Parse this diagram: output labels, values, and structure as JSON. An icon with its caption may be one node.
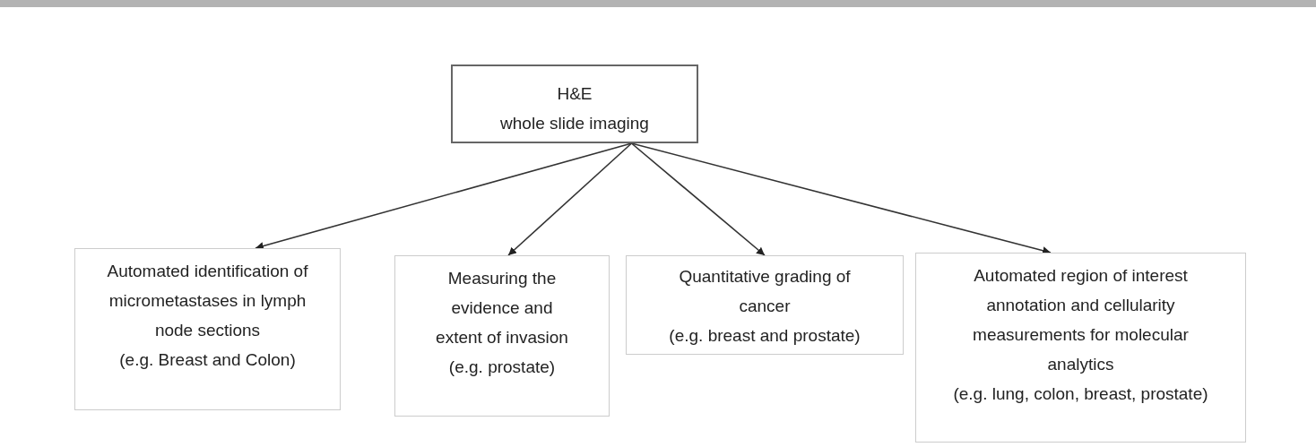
{
  "diagram": {
    "nodes": [
      {
        "text": [
          "H&E",
          "whole slide imaging"
        ]
      },
      {
        "text": [
          "Automated identification of micrometastases in lymph node sections",
          "(e.g. Breast and Colon)"
        ]
      },
      {
        "text": [
          "Measuring the evidence and extent of invasion",
          "(e.g. prostate)"
        ]
      },
      {
        "text": [
          "Quantitative grading of cancer",
          "(e.g. breast and prostate)"
        ]
      },
      {
        "text": [
          "Automated region of interest annotation and cellularity measurements for molecular analytics",
          "(e.g. lung, colon, breast, prostate)"
        ]
      }
    ],
    "edges": [
      {
        "from": 0,
        "to": 1,
        "arrow": "to"
      },
      {
        "from": 0,
        "to": 2,
        "arrow": "to"
      },
      {
        "from": 0,
        "to": 3,
        "arrow": "to"
      },
      {
        "from": 0,
        "to": 4,
        "arrow": "to"
      }
    ]
  }
}
